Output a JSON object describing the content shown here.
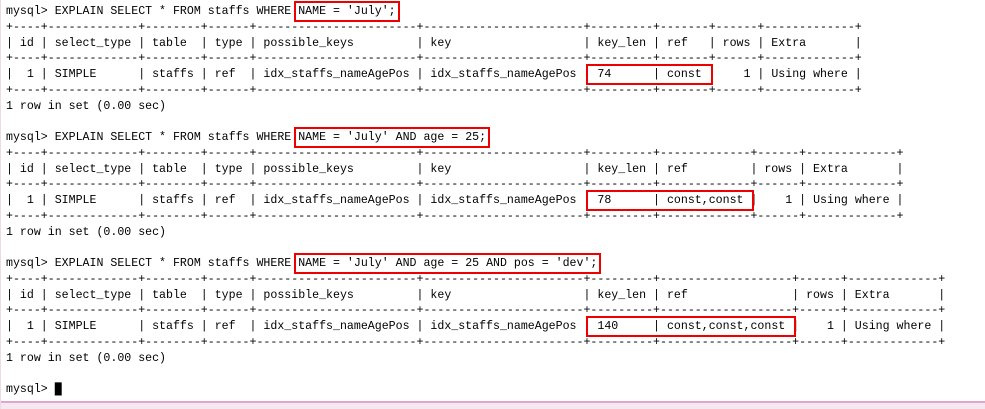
{
  "colors": {
    "highlight_box": "#ee0000",
    "terminal_text": "#000000",
    "terminal_bg": "#ffffff",
    "window_border_line": "#e2a6ce",
    "window_border_fill": "#f4e9f0",
    "window_border_soft": "#f2d7e8"
  },
  "explain_columns": [
    {
      "key": "id",
      "label": "id",
      "align": "right"
    },
    {
      "key": "select_type",
      "label": "select_type",
      "align": "left"
    },
    {
      "key": "table",
      "label": "table",
      "align": "left"
    },
    {
      "key": "type",
      "label": "type",
      "align": "left"
    },
    {
      "key": "possible_keys",
      "label": "possible_keys",
      "align": "left"
    },
    {
      "key": "key",
      "label": "key",
      "align": "left"
    },
    {
      "key": "key_len",
      "label": "key_len",
      "align": "left"
    },
    {
      "key": "ref",
      "label": "ref",
      "align": "left"
    },
    {
      "key": "rows",
      "label": "rows",
      "align": "right"
    },
    {
      "key": "Extra",
      "label": "Extra",
      "align": "left"
    }
  ],
  "session": [
    {
      "query": {
        "prompt": "mysql>",
        "text_before_highlight": "EXPLAIN SELECT * FROM staffs WHERE ",
        "highlighted_text": "NAME = 'July';"
      },
      "result_table": {
        "row": {
          "id": "1",
          "select_type": "SIMPLE",
          "table": "staffs",
          "type": "ref",
          "possible_keys": "idx_staffs_nameAgePos",
          "key": "idx_staffs_nameAgePos",
          "key_len": "74",
          "ref": "const",
          "rows": "1",
          "Extra": "Using where"
        },
        "highlighted_columns": [
          "key_len",
          "ref"
        ]
      },
      "status": "1 row in set (0.00 sec)"
    },
    {
      "query": {
        "prompt": "mysql>",
        "text_before_highlight": "EXPLAIN SELECT * FROM staffs WHERE ",
        "highlighted_text": "NAME = 'July' AND age = 25;"
      },
      "result_table": {
        "row": {
          "id": "1",
          "select_type": "SIMPLE",
          "table": "staffs",
          "type": "ref",
          "possible_keys": "idx_staffs_nameAgePos",
          "key": "idx_staffs_nameAgePos",
          "key_len": "78",
          "ref": "const,const",
          "rows": "1",
          "Extra": "Using where"
        },
        "highlighted_columns": [
          "key_len",
          "ref"
        ]
      },
      "status": "1 row in set (0.00 sec)"
    },
    {
      "query": {
        "prompt": "mysql>",
        "text_before_highlight": "EXPLAIN SELECT * FROM staffs WHERE ",
        "highlighted_text": "NAME = 'July' AND age = 25 AND pos = 'dev';"
      },
      "result_table": {
        "row": {
          "id": "1",
          "select_type": "SIMPLE",
          "table": "staffs",
          "type": "ref",
          "possible_keys": "idx_staffs_nameAgePos",
          "key": "idx_staffs_nameAgePos",
          "key_len": "140",
          "ref": "const,const,const",
          "rows": "1",
          "Extra": "Using where"
        },
        "highlighted_columns": [
          "key_len",
          "ref"
        ]
      },
      "status": "1 row in set (0.00 sec)"
    }
  ],
  "final_prompt": "mysql> ",
  "cursor_glyph": "█"
}
